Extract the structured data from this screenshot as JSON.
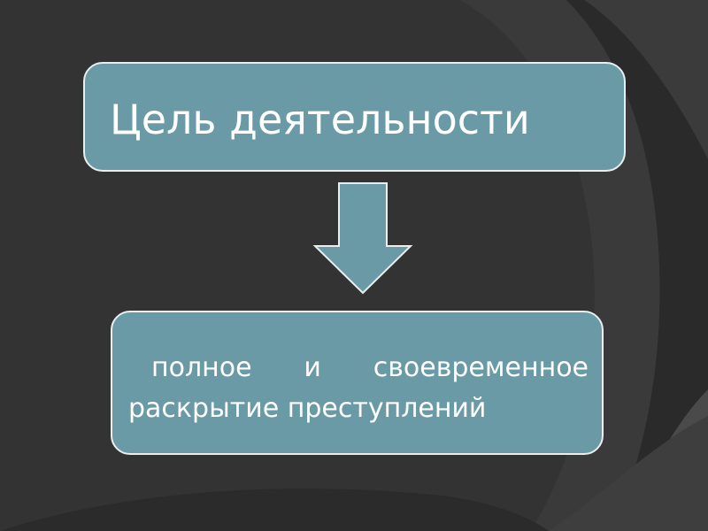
{
  "slide": {
    "goal_title": "Цель деятельности",
    "goal_description": {
      "line1_words": [
        "полное",
        "и",
        "своевременное"
      ],
      "line2": "раскрытие преступлений"
    }
  },
  "colors": {
    "background": "#2e2e2e",
    "box_fill": "#6b9aa7",
    "box_border": "#e9eef0",
    "arrow_fill": "#6b9aa7",
    "text": "#ffffff"
  },
  "icons": {
    "arrow": "arrow-down-icon"
  }
}
